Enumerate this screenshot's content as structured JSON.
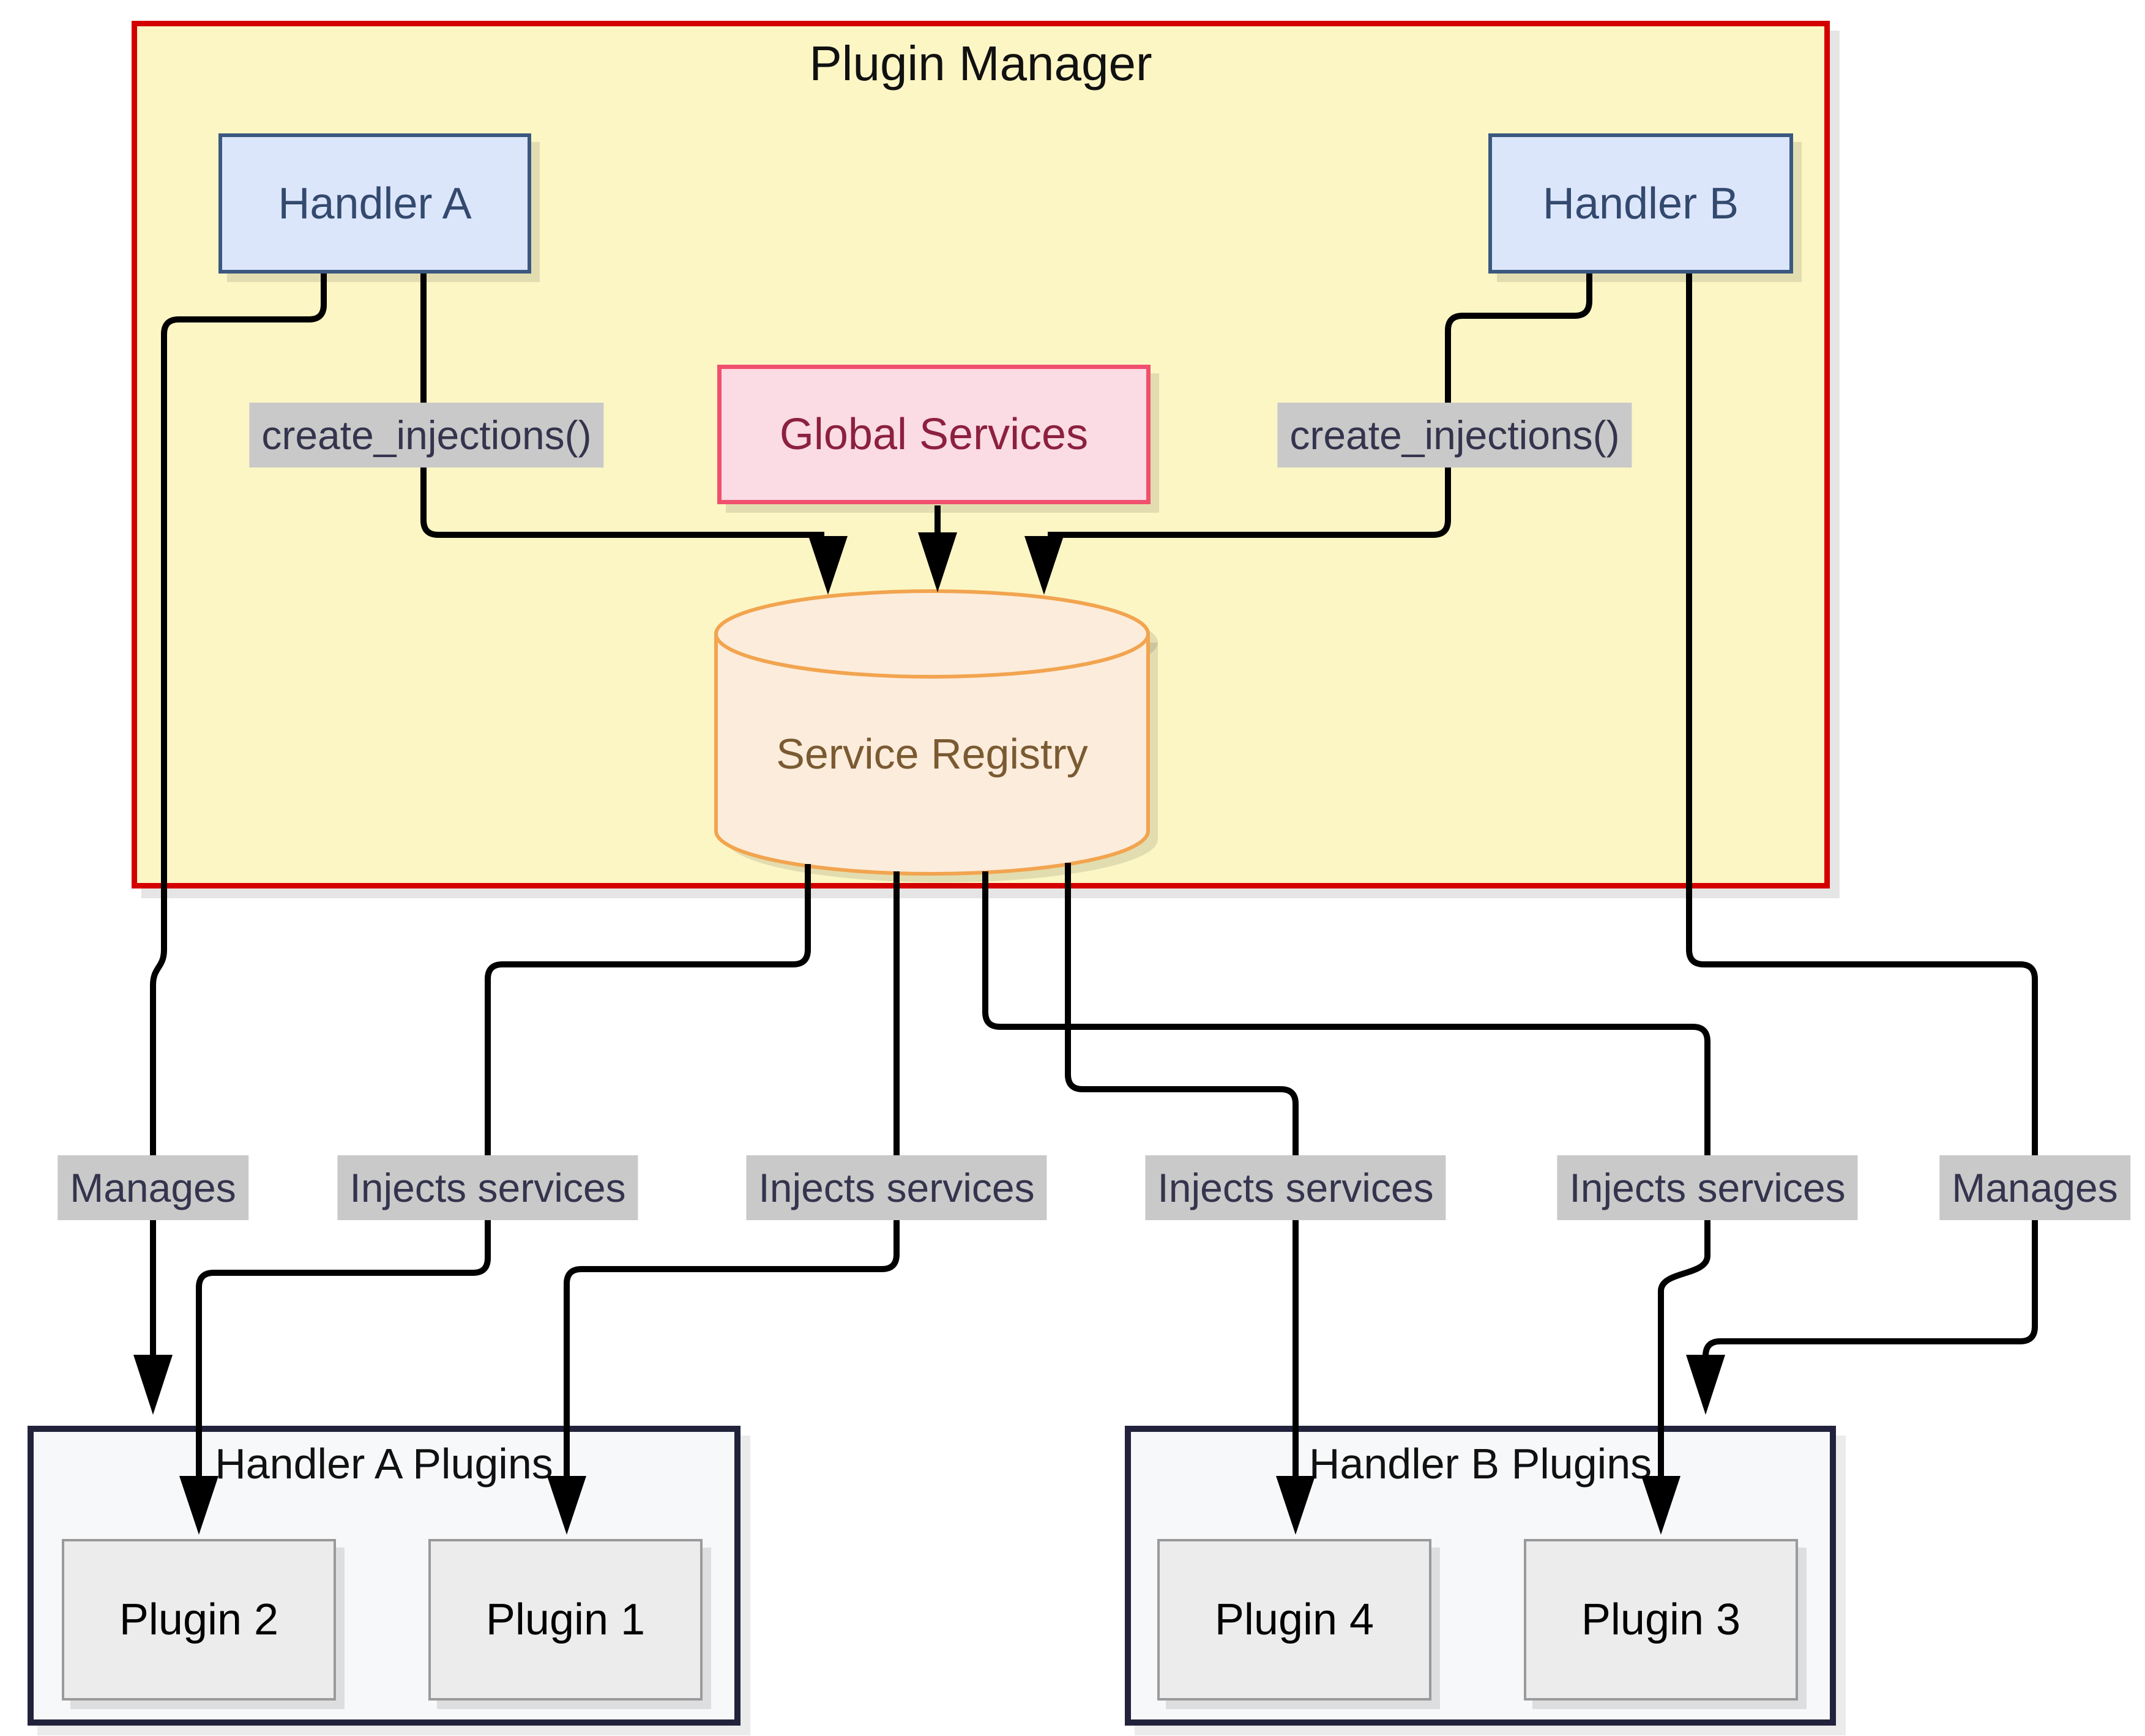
{
  "diagram": {
    "plugin_manager": {
      "title": "Plugin Manager"
    },
    "nodes": {
      "handler_a": {
        "label": "Handler A"
      },
      "handler_b": {
        "label": "Handler B"
      },
      "global_services": {
        "label": "Global Services"
      },
      "service_registry": {
        "label": "Service Registry"
      },
      "plugin_1": {
        "label": "Plugin 1"
      },
      "plugin_2": {
        "label": "Plugin 2"
      },
      "plugin_3": {
        "label": "Plugin 3"
      },
      "plugin_4": {
        "label": "Plugin 4"
      }
    },
    "subgraphs": {
      "handler_a_plugins": {
        "title": "Handler A Plugins"
      },
      "handler_b_plugins": {
        "title": "Handler B Plugins"
      }
    },
    "edge_labels": {
      "manages_a": "Manages",
      "manages_b": "Manages",
      "create_injections_a": "create_injections()",
      "create_injections_b": "create_injections()",
      "injects_1": "Injects services",
      "injects_2": "Injects services",
      "injects_3": "Injects services",
      "injects_4": "Injects services"
    },
    "colors": {
      "container_fill": "#fcf6c5",
      "container_border": "#d40000",
      "handler_fill": "#dce6fb",
      "handler_border": "#3b5880",
      "global_fill": "#fbdbe4",
      "global_border": "#f0506e",
      "registry_fill": "#fcecdb",
      "registry_border": "#f2a44f",
      "registry_text": "#7a5a32",
      "plugin_fill": "#ececec",
      "subgraph_border": "#22223c",
      "edge_label_bg": "#c9c9c9",
      "edge_color": "#000000"
    }
  }
}
